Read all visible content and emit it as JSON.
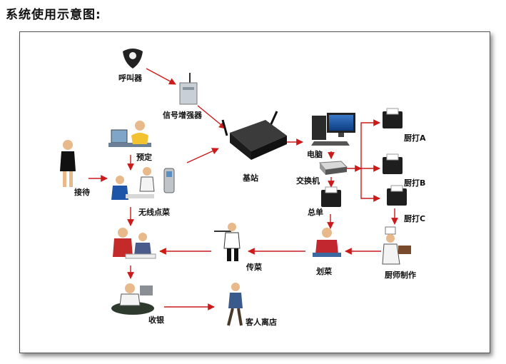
{
  "heading": "系统使用示意图:",
  "nodes": {
    "pager": "呼叫器",
    "booster": "信号增强器",
    "reserve": "预定",
    "reception": "接待",
    "wireless_order": "无线点菜",
    "base_station": "基站",
    "computer": "电脑",
    "switch": "交换机",
    "master_ticket": "总单",
    "printer_a": "厨打A",
    "printer_b": "厨打B",
    "printer_c": "厨打C",
    "chef_cooking": "厨师制作",
    "mark_dish": "划菜",
    "serve_dish": "传菜",
    "checkout": "收银",
    "guest_leave": "客人离店"
  },
  "colors": {
    "arrow": "#cc1a1a",
    "frame": "#555555"
  }
}
